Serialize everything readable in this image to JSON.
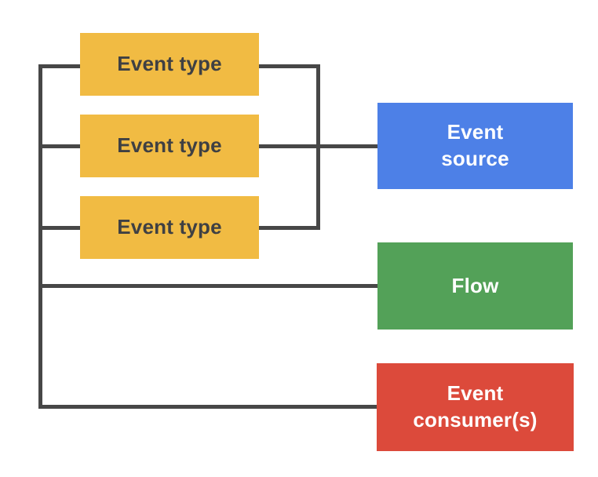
{
  "nodes": {
    "event_type_1": {
      "label": "Event type"
    },
    "event_type_2": {
      "label": "Event type"
    },
    "event_type_3": {
      "label": "Event type"
    },
    "event_source": {
      "label": "Event\nsource"
    },
    "flow": {
      "label": "Flow"
    },
    "event_consumers": {
      "label": "Event\nconsumer(s)"
    }
  },
  "connectors": [
    {
      "type": "bus",
      "side": "left",
      "joins": [
        "event_type_1",
        "event_type_2",
        "event_type_3",
        "flow",
        "event_consumers"
      ]
    },
    {
      "type": "bus",
      "side": "right",
      "joins": [
        "event_type_1",
        "event_type_2",
        "event_type_3",
        "event_source"
      ]
    }
  ],
  "colors": {
    "event_type_fill": "#F1BB43",
    "event_type_text": "#3F4043",
    "event_source_fill": "#4D80E7",
    "flow_fill": "#53A158",
    "event_consumers_fill": "#DC4A3B",
    "node_text_light": "#FFFFFF",
    "connector": "#474747",
    "background": "#FFFFFF"
  }
}
